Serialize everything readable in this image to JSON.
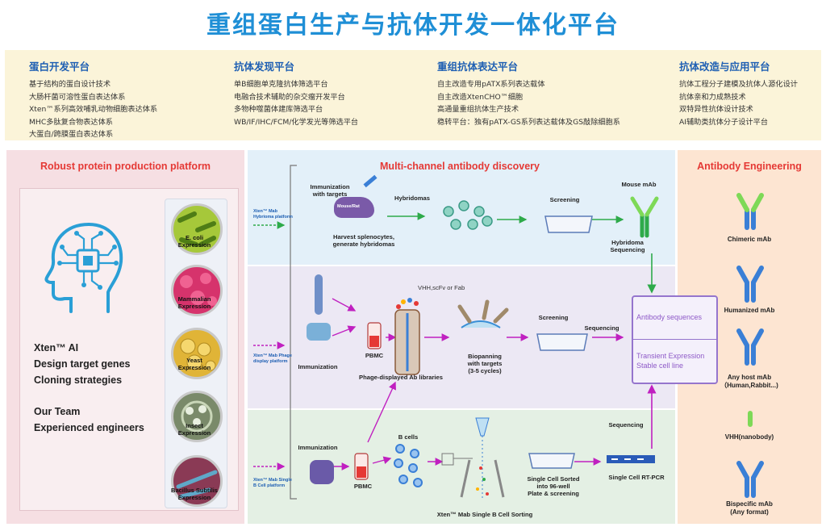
{
  "title": "重组蛋白生产与抗体开发一体化平台",
  "platforms": [
    {
      "heading": "蛋白开发平台",
      "items": [
        "基于结构的蛋白设计技术",
        "大肠杆菌可溶性蛋白表达体系",
        "Xten™系列高效哺乳动物细胞表达体系",
        "MHC多肽复合物表达体系",
        "大蛋白/跨膜蛋白表达体系"
      ]
    },
    {
      "heading": "抗体发现平台",
      "items": [
        "单B细胞单克隆抗体筛选平台",
        "电融合技术辅助的杂交瘤开发平台",
        "多物种噬菌体建库筛选平台",
        "WB/IF/IHC/FCM/化学发光等筛选平台"
      ]
    },
    {
      "heading": "重组抗体表达平台",
      "items": [
        "自主改造专用pATX系列表达载体",
        "自主改造XtenCHO™细胞",
        "高通量重组抗体生产技术",
        "稳转平台：独有pATX-GS系列表达载体及GS敲除细胞系"
      ]
    },
    {
      "heading": "抗体改造与应用平台",
      "items": [
        "抗体工程分子建模及抗体人源化设计",
        "抗体亲和力成熟技术",
        "双特异性抗体设计技术",
        "AI辅助类抗体分子设计平台"
      ]
    }
  ],
  "left": {
    "title": "Robust protein production platform",
    "ai_lines": [
      "Xten™ AI",
      "Design target genes",
      "Cloning strategies"
    ],
    "team_lines": [
      "Our Team",
      "Experienced engineers"
    ],
    "hosts": [
      {
        "l1": "E. coli",
        "l2": "Expression",
        "color": "#a6c83a"
      },
      {
        "l1": "Mammalian",
        "l2": "Expression",
        "color": "#d6336c"
      },
      {
        "l1": "Yeast",
        "l2": "Expression",
        "color": "#e0b437"
      },
      {
        "l1": "Insect",
        "l2": "Expression",
        "color": "#7a8a6a"
      },
      {
        "l1": "Bacillus Subtilis",
        "l2": "Expression",
        "color": "#8a3a55"
      }
    ]
  },
  "middle": {
    "title": "Multi-channel antibody discovery",
    "hyb": {
      "platform": [
        "Xten™ Mab",
        "Hybrioma platform"
      ],
      "immunization": [
        "Immunization",
        "with targets"
      ],
      "mouse": "Mouse/Rat",
      "hybridomas": "Hybridomas",
      "harvest": [
        "Harvest splenocytes,",
        "generate hybridomas"
      ],
      "screening": "Screening",
      "mouse_mab": "Mouse mAb",
      "hyb_seq": [
        "Hybridoma",
        "Sequencing"
      ]
    },
    "phage": {
      "platform": [
        "Xten™ Mab Phage",
        "display platform"
      ],
      "immunization": "Immunization",
      "pbmc": "PBMC",
      "formats": "VHH,scFv or Fab",
      "libraries": "Phage-displayed Ab libraries",
      "biopanning": [
        "Biopanning",
        "with targets",
        "(3-5 cycles)"
      ],
      "screening": "Screening",
      "sequencing": "Sequencing"
    },
    "sbc": {
      "platform": [
        "Xten™ Mab Single",
        "B Cell platform"
      ],
      "immunization": "Immunization",
      "pbmc": "PBMC",
      "bcells": "B cells",
      "sorted": [
        "Single Cell Sorted",
        "into 96-well",
        "Plate & screening"
      ],
      "sequencing": "Sequencing",
      "rtpcr": "Single Cell RT-PCR",
      "sorting": "Xten™ Mab Single B Cell Sorting"
    },
    "output": {
      "line1": "Antibody sequences",
      "line2": "Transient Expression",
      "line3": "Stable cell line"
    }
  },
  "right": {
    "title": "Antibody  Engineering",
    "items": [
      {
        "l1": "Chimeric mAb",
        "l2": ""
      },
      {
        "l1": "Humanized mAb",
        "l2": ""
      },
      {
        "l1": "Any host mAb",
        "l2": "（Human,Rabbit...)"
      },
      {
        "l1": "VHH(nanobody)",
        "l2": ""
      },
      {
        "l1": "Bispecific mAb",
        "l2": "(Any format)"
      }
    ]
  },
  "colors": {
    "title": "#1f8fd6",
    "heading": "#1e5fb3",
    "red": "#e53935",
    "purple": "#c020c0",
    "green": "#2eaa4a"
  }
}
